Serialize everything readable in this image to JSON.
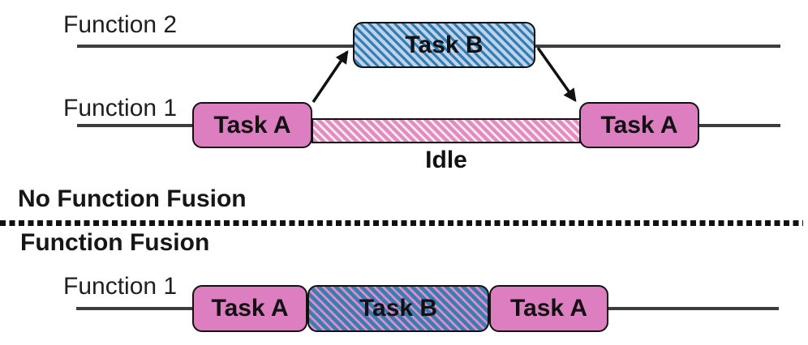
{
  "title": "Function fusion timeline diagram",
  "colors": {
    "task_pink": "#DD7EC1",
    "hatch_pink": "#E689C7",
    "hatch_cream": "#F0EFE6",
    "hatch_blue_light": "#C3D1E7",
    "hatch_blue": "#2E7EB8",
    "hatch_blue_mid": "#3580B2",
    "timeline": "#3D3D3D",
    "ink": "#111111"
  },
  "no_fusion": {
    "section_label": "No Function Fusion",
    "lane_function2": "Function 2",
    "lane_function1": "Function 1",
    "task_a_first": "Task A",
    "task_b": "Task B",
    "task_a_second": "Task A",
    "idle_label": "Idle"
  },
  "fusion": {
    "section_label": "Function Fusion",
    "lane_function1": "Function 1",
    "task_a_first": "Task A",
    "task_b": "Task B",
    "task_a_second": "Task A"
  }
}
